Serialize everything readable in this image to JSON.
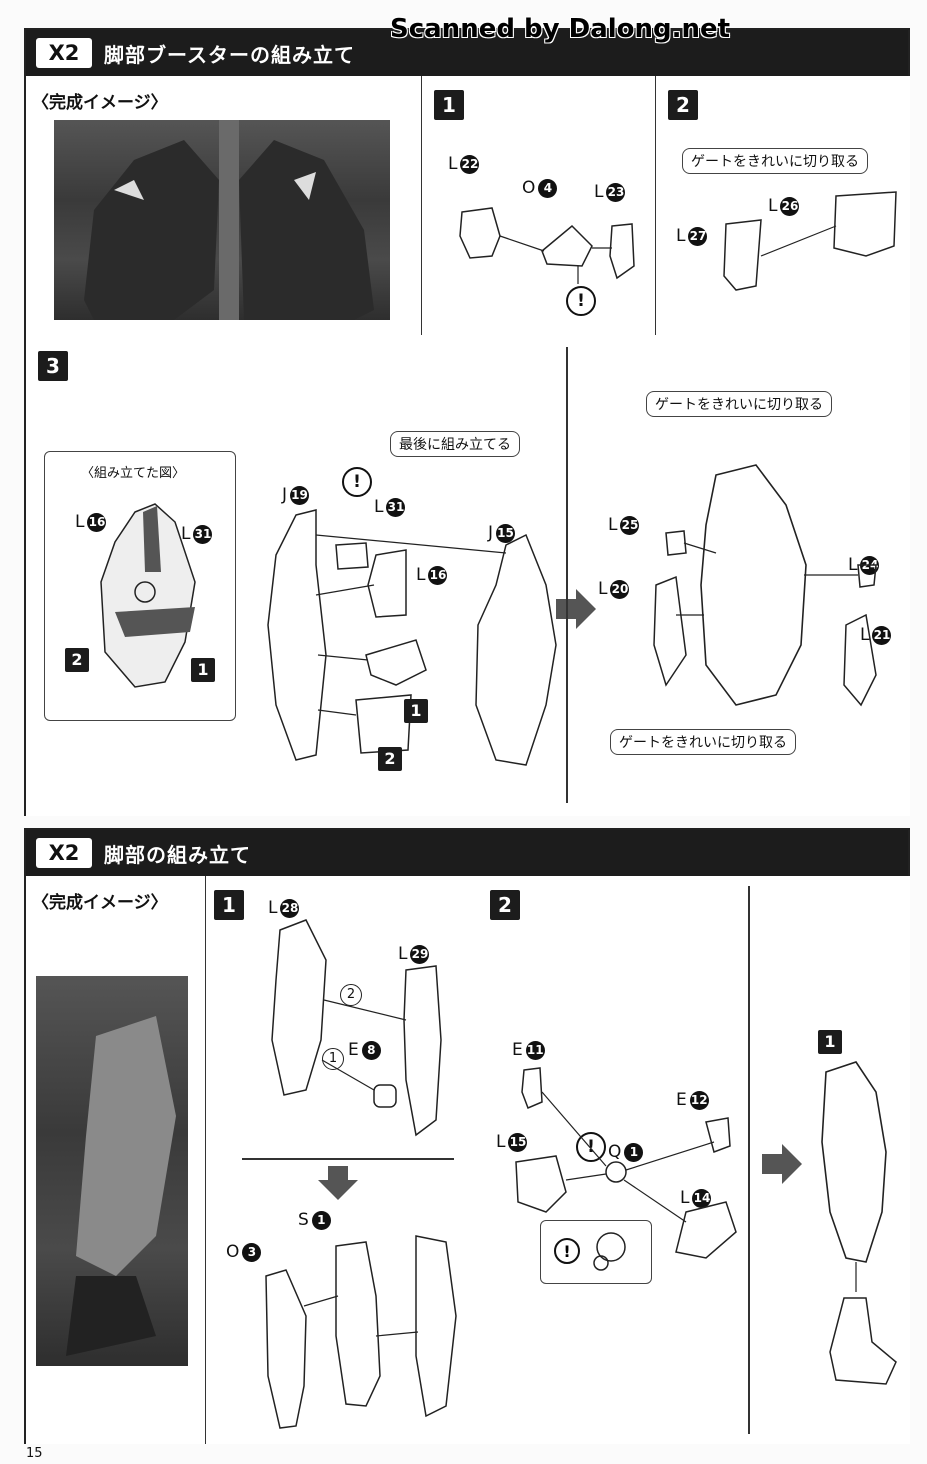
{
  "watermark": "Scanned by Dalong.net",
  "page_number": "15",
  "section1": {
    "multiplier": "X2",
    "title": "脚部ブースターの組み立て",
    "complete_image_label": "〈完成イメージ〉",
    "step1": {
      "number": "1",
      "parts": [
        {
          "letter": "L",
          "num": "22"
        },
        {
          "letter": "O",
          "num": "4"
        },
        {
          "letter": "L",
          "num": "23"
        }
      ],
      "warning": "!"
    },
    "step2": {
      "number": "2",
      "callout": "ゲートをきれいに切り取る",
      "parts": [
        {
          "letter": "L",
          "num": "26"
        },
        {
          "letter": "L",
          "num": "27"
        }
      ]
    },
    "step3": {
      "number": "3",
      "assembled_label": "〈組み立てた図〉",
      "assembled_parts": [
        {
          "letter": "L",
          "num": "16"
        },
        {
          "letter": "L",
          "num": "31"
        }
      ],
      "assembled_steps": [
        "2",
        "1"
      ],
      "callout_last": "最後に組み立てる",
      "parts": [
        {
          "letter": "J",
          "num": "19"
        },
        {
          "letter": "L",
          "num": "31"
        },
        {
          "letter": "J",
          "num": "15"
        },
        {
          "letter": "L",
          "num": "16"
        }
      ],
      "sub_steps": [
        "1",
        "2"
      ],
      "warning": "!",
      "callout_gate_top": "ゲートをきれいに切り取る",
      "callout_gate_bottom": "ゲートをきれいに切り取る",
      "right_parts": [
        {
          "letter": "L",
          "num": "25"
        },
        {
          "letter": "L",
          "num": "20"
        },
        {
          "letter": "L",
          "num": "24"
        },
        {
          "letter": "L",
          "num": "21"
        }
      ]
    }
  },
  "section2": {
    "multiplier": "X2",
    "title": "脚部の組み立て",
    "complete_image_label": "〈完成イメージ〉",
    "step1": {
      "number": "1",
      "parts": [
        {
          "letter": "L",
          "num": "28"
        },
        {
          "letter": "L",
          "num": "29"
        },
        {
          "letter": "E",
          "num": "8"
        }
      ],
      "order": [
        "2",
        "1"
      ],
      "lower_parts": [
        {
          "letter": "S",
          "num": "1"
        },
        {
          "letter": "O",
          "num": "3"
        }
      ]
    },
    "step2": {
      "number": "2",
      "parts": [
        {
          "letter": "E",
          "num": "11"
        },
        {
          "letter": "E",
          "num": "12"
        },
        {
          "letter": "L",
          "num": "15"
        },
        {
          "letter": "Q",
          "num": "1"
        },
        {
          "letter": "L",
          "num": "14"
        }
      ],
      "warning": "!",
      "final_step": "1"
    }
  },
  "colors": {
    "header": "#1c1c1c",
    "line": "#222222"
  }
}
